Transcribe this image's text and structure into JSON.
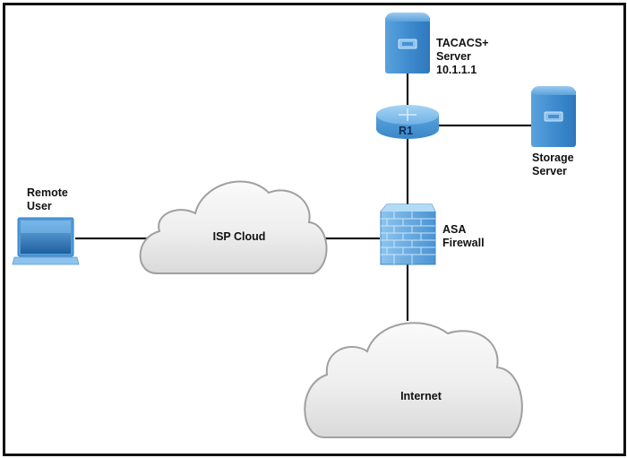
{
  "diagram": {
    "nodes": {
      "tacacs": {
        "type": "server",
        "icon": "server-icon",
        "lines": [
          "TACACS+",
          "Server",
          "10.1.1.1"
        ]
      },
      "r1": {
        "type": "router",
        "icon": "router-icon",
        "label": "R1"
      },
      "storage": {
        "type": "server",
        "icon": "server-icon",
        "lines": [
          "Storage",
          "Server"
        ]
      },
      "remote_user": {
        "type": "laptop",
        "icon": "laptop-icon",
        "lines": [
          "Remote",
          "User"
        ]
      },
      "isp_cloud": {
        "type": "cloud",
        "icon": "cloud-icon",
        "label": "ISP Cloud"
      },
      "asa": {
        "type": "firewall",
        "icon": "firewall-icon",
        "lines": [
          "ASA",
          "Firewall"
        ]
      },
      "internet": {
        "type": "cloud",
        "icon": "cloud-icon",
        "label": "Internet"
      }
    },
    "links": [
      {
        "from": "tacacs",
        "to": "r1"
      },
      {
        "from": "r1",
        "to": "storage"
      },
      {
        "from": "r1",
        "to": "asa"
      },
      {
        "from": "remote_user",
        "to": "isp_cloud"
      },
      {
        "from": "isp_cloud",
        "to": "asa"
      },
      {
        "from": "asa",
        "to": "internet"
      }
    ],
    "colors": {
      "device_blue": "#3a86c8",
      "device_light": "#7ab8e8",
      "cloud_fill": "#f2f2f2",
      "cloud_stroke": "#9a9a9a",
      "link": "#1a1a1a",
      "frame": "#111111"
    }
  }
}
